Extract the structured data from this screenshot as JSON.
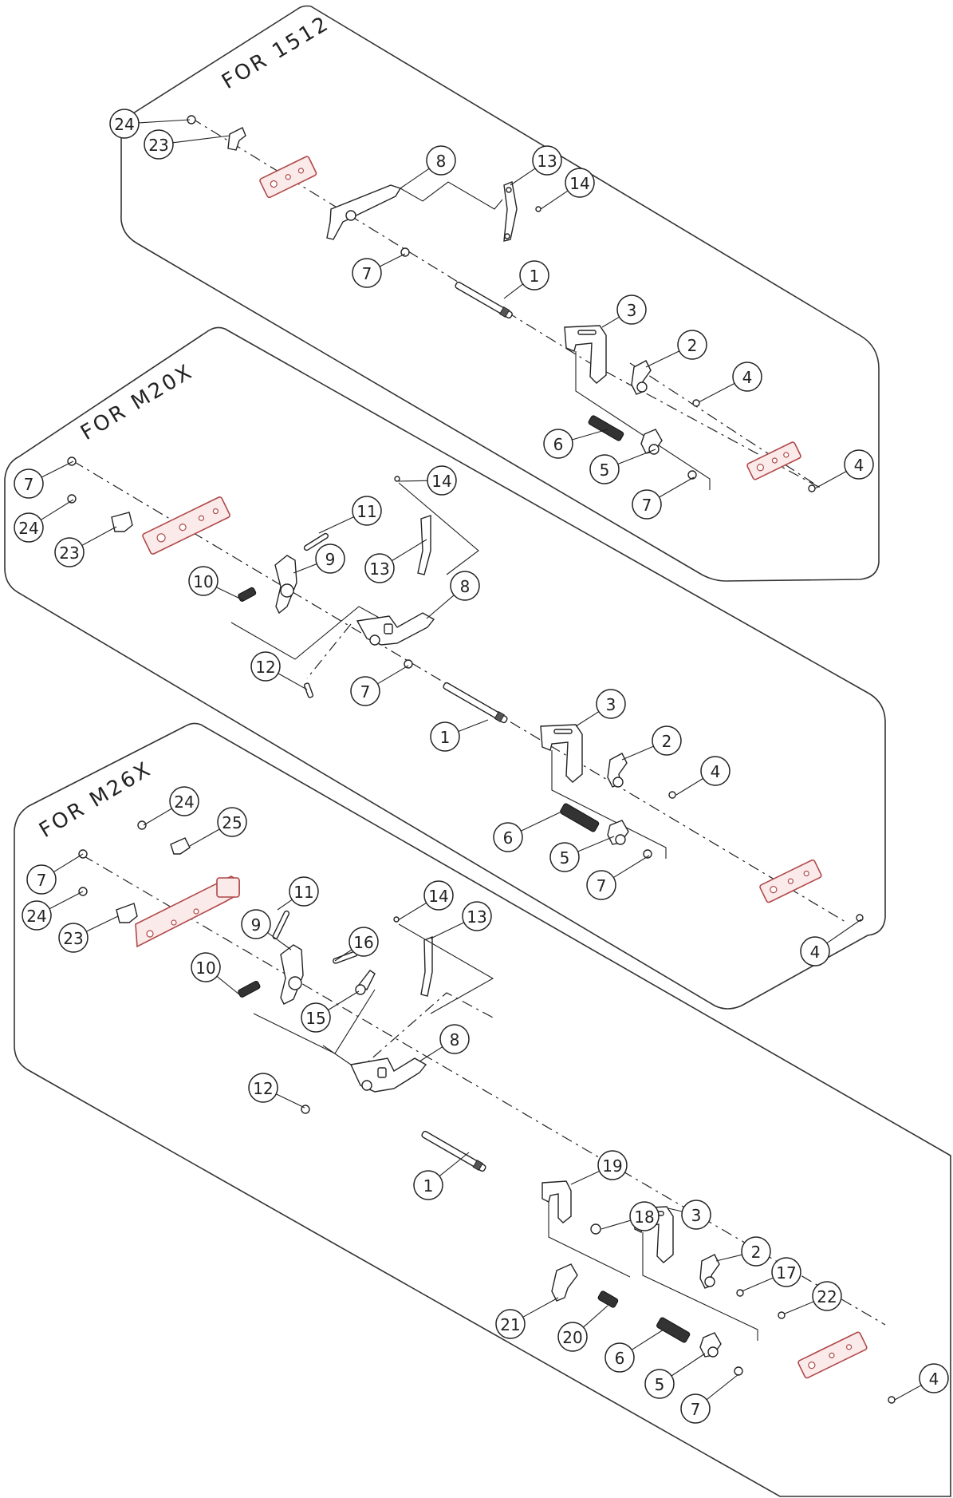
{
  "groups": [
    {
      "title": "FOR 1512",
      "callouts": [
        "24",
        "23",
        "8",
        "13",
        "14",
        "7",
        "1",
        "3",
        "2",
        "4",
        "6",
        "5",
        "7",
        "4"
      ]
    },
    {
      "title": "FOR M20X",
      "callouts": [
        "7",
        "24",
        "23",
        "11",
        "9",
        "14",
        "13",
        "10",
        "8",
        "12",
        "7",
        "3",
        "1",
        "2",
        "4",
        "6",
        "5",
        "7",
        "4"
      ]
    },
    {
      "title": "FOR M26X",
      "callouts": [
        "24",
        "25",
        "7",
        "24",
        "23",
        "11",
        "9",
        "16",
        "14",
        "13",
        "10",
        "15",
        "8",
        "12",
        "1",
        "19",
        "18",
        "3",
        "2",
        "17",
        "22",
        "21",
        "20",
        "6",
        "5",
        "7",
        "4"
      ]
    }
  ],
  "colors": {
    "line": "#222222",
    "plate_fill": "#fbeaea",
    "plate_stroke": "#b04848"
  }
}
